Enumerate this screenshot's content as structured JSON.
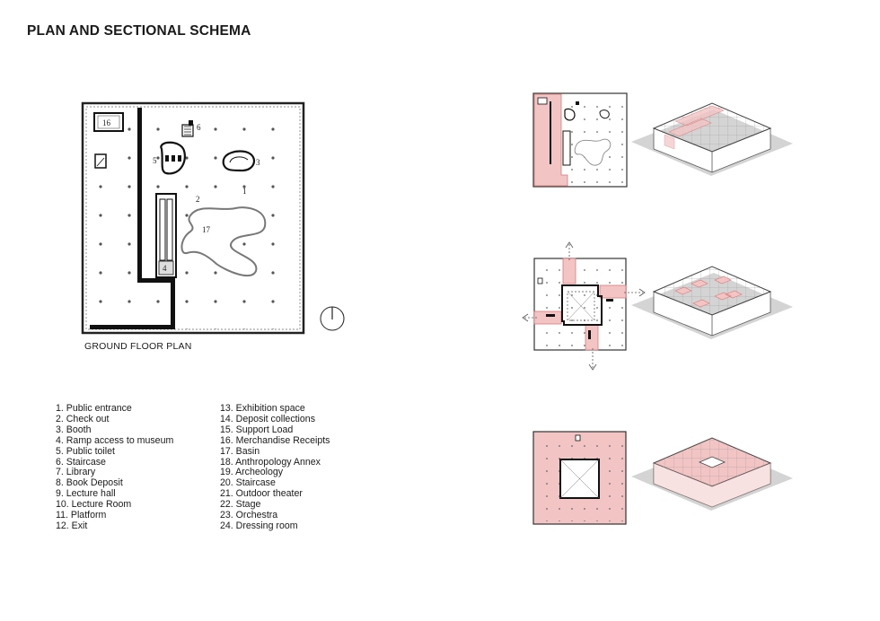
{
  "header": {
    "title": "PLAN AND SECTIONAL SCHEMA"
  },
  "plan": {
    "label": "GROUND FLOOR PLAN",
    "room_labels": {
      "booth_number": "16",
      "ramp_number": "4",
      "basin_number": "17",
      "area_1": "1",
      "area_2": "2",
      "area_3": "3",
      "area_5": "5",
      "area_6": "6"
    }
  },
  "legend": {
    "col1": [
      "1. Public entrance",
      "2. Check out",
      "3. Booth",
      "4. Ramp access to museum",
      "5. Public toilet",
      "6. Staircase",
      "7. Library",
      "8. Book Deposit",
      "9. Lecture hall",
      "10. Lecture Room",
      "11. Platform",
      "12. Exit"
    ],
    "col2": [
      "13. Exhibition space",
      "14. Deposit collections",
      "15. Support Load",
      "16. Merchandise Receipts",
      "17. Basin",
      "18. Anthropology Annex",
      "19. Archeology",
      "20. Staircase",
      "21. Outdoor theater",
      "22. Stage",
      "23. Orchestra",
      "24. Dressing room"
    ]
  },
  "colors": {
    "highlight": "#f2c4c4",
    "highlight_stroke": "#d97a7a",
    "line": "#1a1a1a",
    "ground": "#cfcfcf"
  }
}
